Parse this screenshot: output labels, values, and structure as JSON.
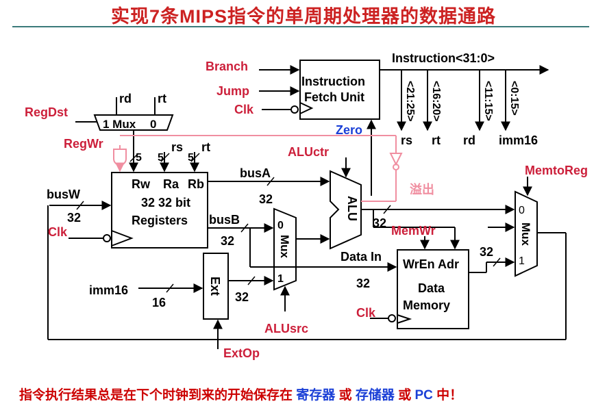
{
  "title": "实现7条MIPS指令的单周期处理器的数据通路",
  "colors": {
    "red": "#cc1f3a",
    "pink": "#f08ea0",
    "blue": "#1a3fd6",
    "black": "#000000",
    "title": "#cc2222"
  },
  "labels": {
    "branch": "Branch",
    "jump": "Jump",
    "clk": "Clk",
    "regdst": "RegDst",
    "regwr": "RegWr",
    "zero": "Zero",
    "aluctr": "ALUctr",
    "overflow": "溢出",
    "memtoreg": "MemtoReg",
    "memwr": "MemWr",
    "alusrc": "ALUsrc",
    "extop": "ExtOp",
    "instruction": "Instruction<31:0>",
    "ifu_line1": "Instruction",
    "ifu_line2": "Fetch Unit",
    "rd": "rd",
    "rt": "rt",
    "rs": "rs",
    "imm16": "imm16",
    "busw": "busW",
    "busa": "busA",
    "busb": "busB",
    "data_in": "Data In",
    "n32": "32",
    "n16": "16",
    "n5": "5",
    "n0": "0",
    "n1": "1",
    "mux1_text": "1 Mux",
    "mux1_zero": "0",
    "mux": "Mux",
    "alu": "ALU",
    "ext": "Ext",
    "reg_rw": "Rw",
    "reg_ra": "Ra",
    "reg_rb": "Rb",
    "reg_desc": "32 32 bit",
    "reg_name": "Registers",
    "mem_ports": "WrEn Adr",
    "mem_name1": "Data",
    "mem_name2": "Memory",
    "field_rs": "<21:25>",
    "field_rt": "<16:20>",
    "field_rd": "<11:15>",
    "field_imm": "<0:15>"
  },
  "footer": {
    "part1": "指令执行结果总是在下个时钟到来的开始保存在",
    "reg": "寄存器",
    "or1": "或",
    "mem": "存储器",
    "or2": "或",
    "pc": "PC",
    "end": "中！"
  }
}
